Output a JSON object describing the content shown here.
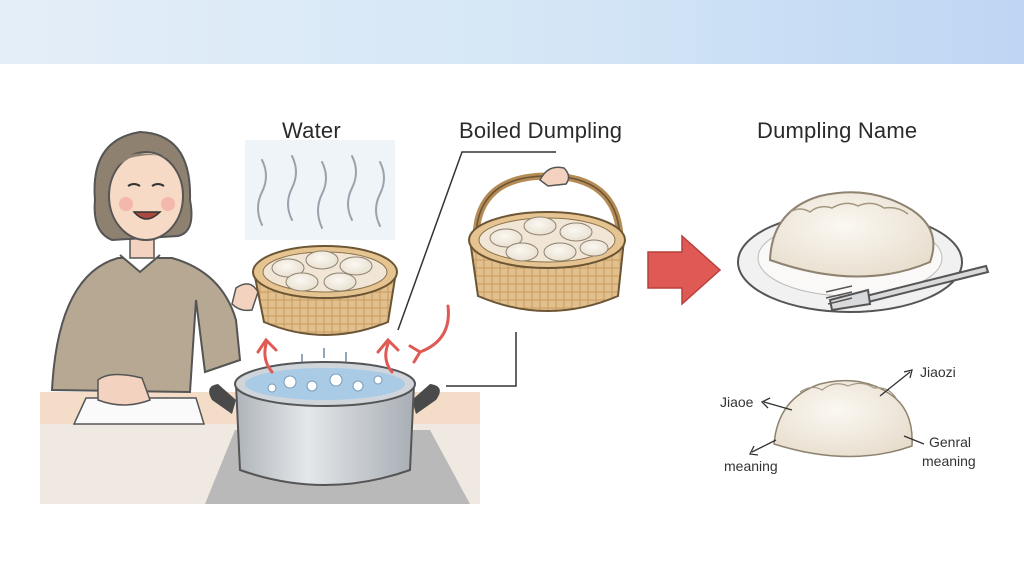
{
  "headings": {
    "water": "Water",
    "boiled_dumpling": "Boiled Dumpling",
    "dumpling_name": "Dumpling Name"
  },
  "annotations": {
    "jiaozi": "Jiaozi",
    "jiaoe": "Jiaoe",
    "meaning": "meaning",
    "genral": "Genral",
    "genral_meaning": "meaning"
  },
  "colors": {
    "arrow_red": "#e05a55",
    "bamboo": "#d9b27a",
    "pot_steel": "#c7ccd1",
    "sweater": "#b6a892",
    "dumpling": "#f4efe6"
  },
  "icons": [
    "steam-icon",
    "right-arrow-icon",
    "fork-icon"
  ]
}
